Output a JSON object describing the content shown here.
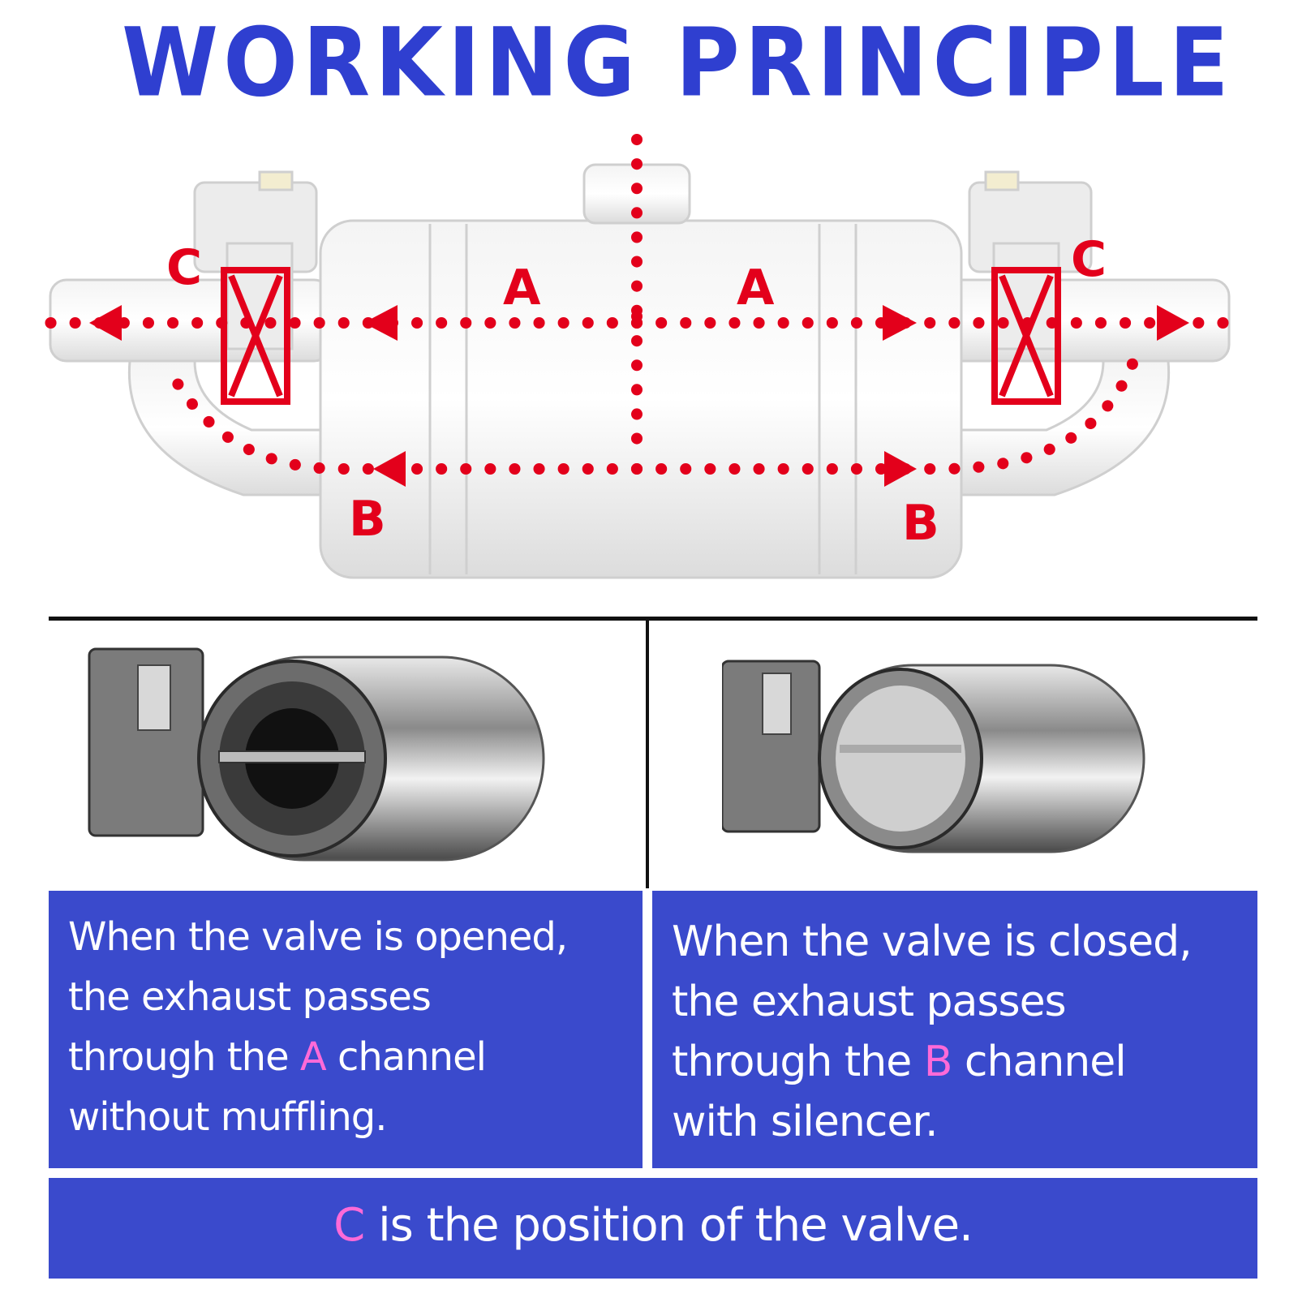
{
  "title": "WORKING PRINCIPLE",
  "labels": {
    "a_left": "A",
    "a_right": "A",
    "b_left": "B",
    "b_right": "B",
    "c_left": "C",
    "c_right": "C"
  },
  "colors": {
    "title": "#2f3fd0",
    "panel": "#3a4acc",
    "flow": "#e3001b",
    "highlight": "#ff6ad8"
  },
  "left_panel": {
    "line1": "When the valve is opened,",
    "line2": "the exhaust passes",
    "line3_pre": "through the ",
    "line3_letter": "A",
    "line3_post": " channel",
    "line4": "without muffling."
  },
  "right_panel": {
    "line1": "When the valve is closed,",
    "line2": "the exhaust passes",
    "line3_pre": "through the ",
    "line3_letter": "B",
    "line3_post": " channel",
    "line4": "with silencer."
  },
  "footer": {
    "letter": "C",
    "text": " is the position of the valve."
  }
}
